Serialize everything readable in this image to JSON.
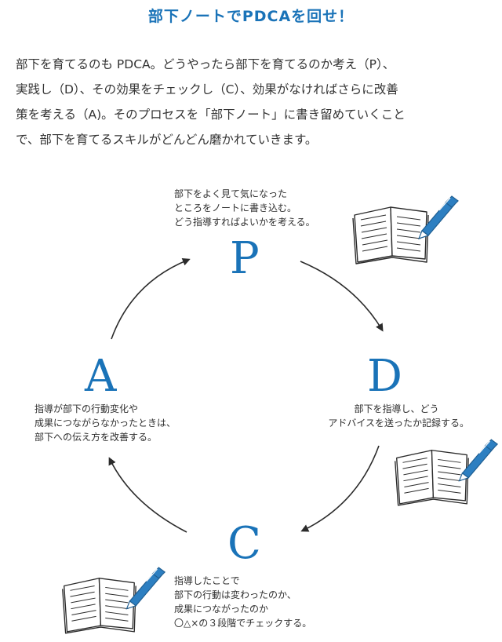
{
  "title": "部下ノートでPDCAを回せ！",
  "intro_lines": [
    "部下を育てるのも PDCA。どうやったら部下を育てるのか考え（P）、",
    "実践し（D）、その効果をチェックし（C）、効果がなければさらに改善",
    "策を考える（A)。そのプロセスを「部下ノート」に書き留めていくこと",
    "で、部下を育てるスキルがどんどん磨かれていきます。"
  ],
  "steps": {
    "p": {
      "letter": "P",
      "lines": [
        "部下をよく見て気になった",
        "ところをノートに書き込む。",
        "どう指導すればよいかを考える。"
      ]
    },
    "d": {
      "letter": "D",
      "lines": [
        "部下を指導し、どう",
        "アドバイスを送ったか記録する。"
      ]
    },
    "c": {
      "letter": "C",
      "lines": [
        "指導したことで",
        "部下の行動は変わったのか、",
        "成果につながったのか",
        "〇△×の３段階でチェックする。"
      ]
    },
    "a": {
      "letter": "A",
      "lines": [
        "指導が部下の行動変化や",
        "成果につながらなかったときは、",
        "部下への伝え方を改善する。"
      ]
    }
  },
  "colors": {
    "accent": "#1a73b8",
    "pen": "#2d7fc1",
    "line": "#2b2b2b"
  },
  "icons": [
    "notebook-with-pen-icon",
    "arrow-icon"
  ]
}
